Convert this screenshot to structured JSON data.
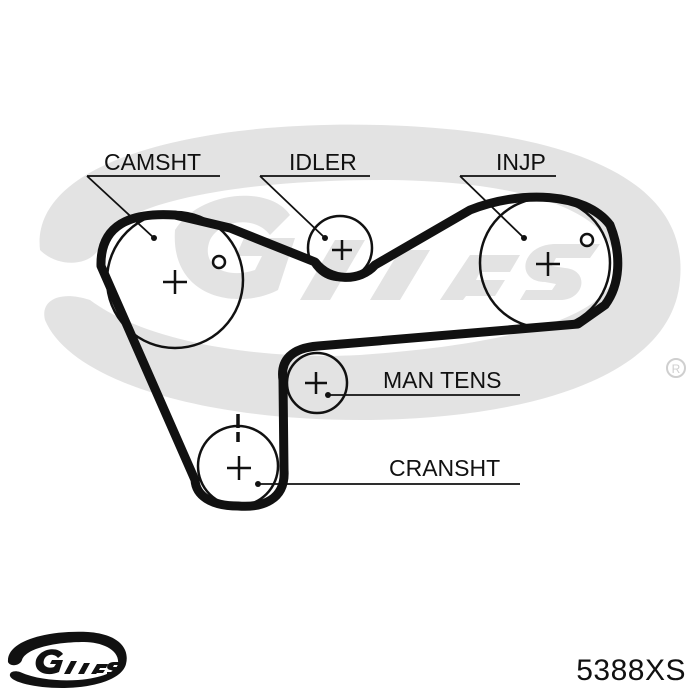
{
  "brand": {
    "name": "Gates",
    "watermark_color": "#e3e3e3",
    "logo_color": "#111111"
  },
  "labels": {
    "camshaft": "CAMSHT",
    "idler": "IDLER",
    "injection_pump": "INJP",
    "manual_tensioner": "MAN TENS",
    "crankshaft": "CRANSHT"
  },
  "part_number": "5388XS",
  "colors": {
    "belt": "#111111",
    "pulley_outline": "#111111",
    "background": "#ffffff"
  }
}
